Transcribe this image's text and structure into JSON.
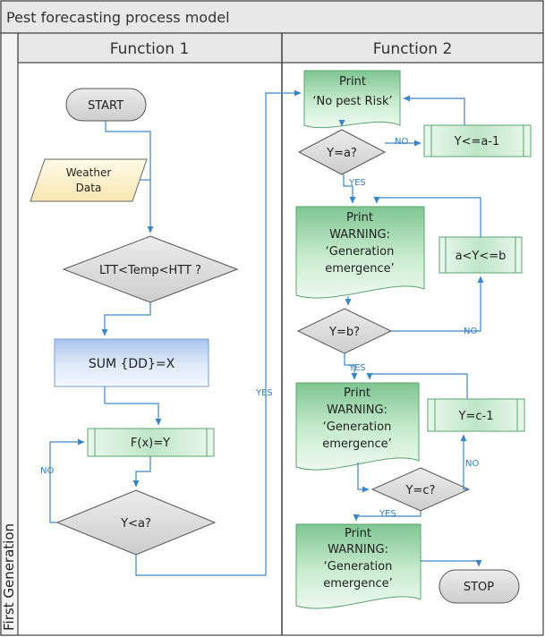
{
  "title": "Pest forecasting process model",
  "lanes": {
    "function1": "Function 1",
    "function2": "Function 2",
    "row": "First Generation"
  },
  "nodes": {
    "start": "START",
    "weather": [
      "Weather",
      "Data"
    ],
    "temp_check": "LTT<Temp<HTT ?",
    "sum_dd": "SUM {DD}=X",
    "fx": "F(x)=Y",
    "y_lt_a": "Y<a?",
    "print_no_risk": [
      "Print",
      "‘No pest Risk’"
    ],
    "y_eq_a": "Y=a?",
    "y_le_a1": "Y<=a-1",
    "warning1": [
      "Print",
      "WARNING:",
      "‘Generation",
      "emergence’"
    ],
    "a_y_b": "a<Y<=b",
    "y_eq_b": "Y=b?",
    "warning2": [
      "Print",
      "WARNING:",
      "‘Generation",
      "emergence’"
    ],
    "y_c1": "Y=c-1",
    "y_eq_c": "Y=c?",
    "warning3": [
      "Print",
      "WARNING:",
      "‘Generation",
      "emergence’"
    ],
    "stop": "STOP"
  },
  "edge_labels": {
    "no_y_lt_a": "NO",
    "yes_y_lt_a": "YES",
    "no_y_eq_a": "NO",
    "yes_y_eq_a": "YES",
    "no_y_eq_b": "NO",
    "yes_y_eq_b": "YES",
    "no_y_eq_c": "NO",
    "yes_y_eq_c": "YES"
  },
  "colors": {
    "flow_line": "#3d86c6",
    "process_green": "#d6efdc",
    "process_blue": "#dde8f7",
    "decision_gray": "#d9d9d9",
    "data_yellow": "#fdf3d0",
    "header_gray": "#e6e6e6"
  }
}
